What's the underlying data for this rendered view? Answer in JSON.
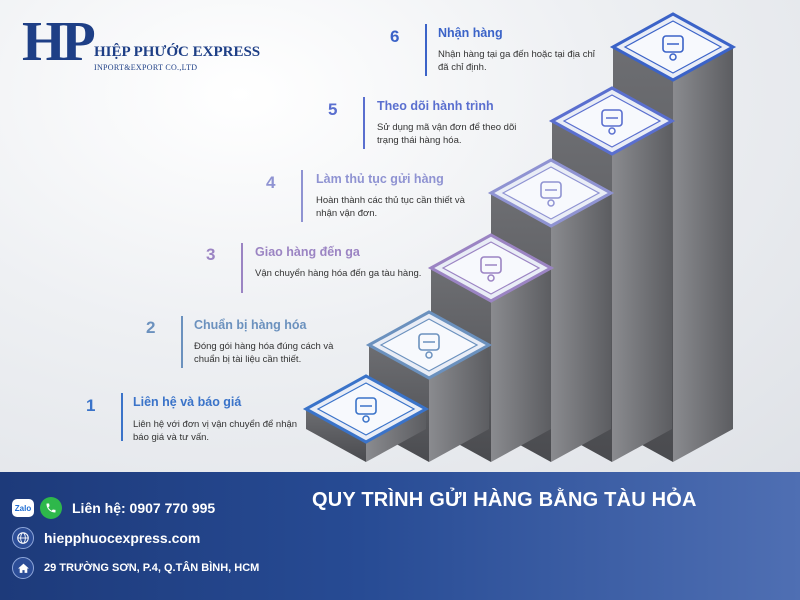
{
  "logo": {
    "initials": "HP",
    "name": "HIỆP PHƯỚC EXPRESS",
    "tagline": "INPORT&EXPORT CO.,LTD"
  },
  "steps": [
    {
      "number": "1",
      "title": "Liên hệ và báo giá",
      "desc": "Liên hệ với đơn vị vận chuyển để nhận báo giá và tư vấn.",
      "icon": "chat-phone-icon",
      "color": "#3a73c9"
    },
    {
      "number": "2",
      "title": "Chuẩn bị hàng hóa",
      "desc": "Đóng gói hàng hóa đúng cách và chuẩn bị tài liệu cần thiết.",
      "icon": "worker-conveyor-icon",
      "color": "#6b91be"
    },
    {
      "number": "3",
      "title": "Giao hàng đến ga",
      "desc": "Vận chuyển hàng hóa đến ga tàu hàng.",
      "icon": "luggage-cart-icon",
      "color": "#9b84c3"
    },
    {
      "number": "4",
      "title": "Làm thủ tục gửi hàng",
      "desc": "Hoàn thành các thủ tục cần thiết và nhận vận đơn.",
      "icon": "person-documents-icon",
      "color": "#8f93d2"
    },
    {
      "number": "5",
      "title": "Theo dõi hành trình",
      "desc": "Sử dụng mã vận đơn để theo dõi trạng thái hàng hóa.",
      "icon": "location-tracking-icon",
      "color": "#5a6fcf"
    },
    {
      "number": "6",
      "title": "Nhận hàng",
      "desc": "Nhận hàng tại ga đến hoặc tại địa chỉ đã chỉ định.",
      "icon": "delivery-person-icon",
      "color": "#3b63c8"
    }
  ],
  "footer": {
    "headline": "QUY TRÌNH GỬI HÀNG BẰNG TÀU HỎA",
    "zalo_label": "Zalo",
    "phone": "Liên hệ: 0907 770 995",
    "website": "hiepphuocexpress.com",
    "address": "29 TRƯỜNG SƠN, P.4, Q.TÂN BÌNH, HCM"
  }
}
